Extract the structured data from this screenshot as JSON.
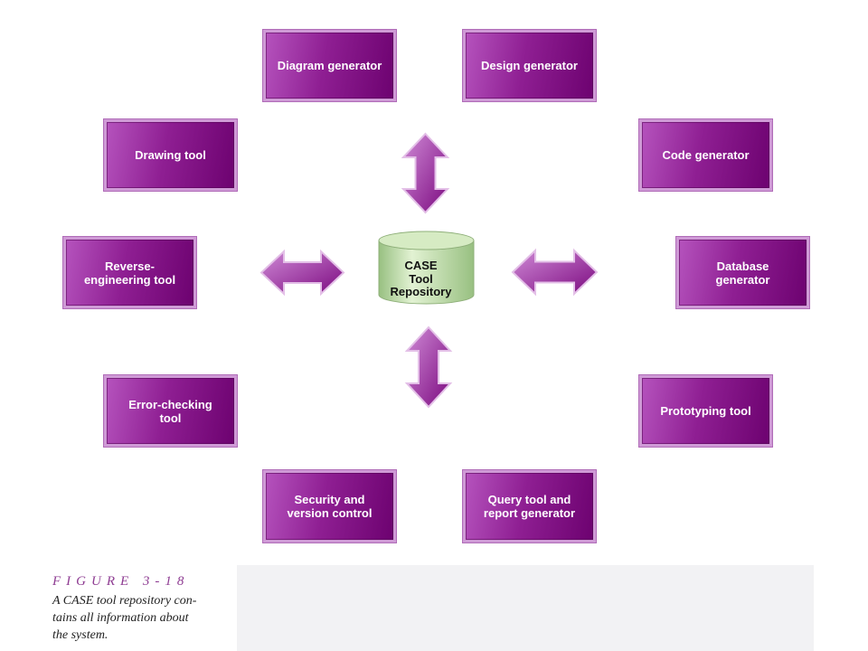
{
  "colors": {
    "tool_box_light": "#b553bd",
    "tool_box_mid": "#8f1f93",
    "tool_box_dark": "#6d0270",
    "tool_box_frame": "#cf9ad6",
    "arrow_light": "#cf8ad6",
    "arrow_dark": "#7c0a80",
    "repository_light": "#e2f2d3",
    "repository_dark": "#98c081",
    "figure_label": "#8e3c92",
    "caption_panel": "#f2f2f4"
  },
  "diagram": {
    "repository": {
      "label": "CASE\nTool\nRepository"
    },
    "tools": [
      {
        "label": "Diagram generator"
      },
      {
        "label": "Design generator"
      },
      {
        "label": "Drawing tool"
      },
      {
        "label": "Code generator"
      },
      {
        "label": "Reverse-\nengineering tool"
      },
      {
        "label": "Database\ngenerator"
      },
      {
        "label": "Error-checking\ntool"
      },
      {
        "label": "Prototyping tool"
      },
      {
        "label": "Security and\nversion control"
      },
      {
        "label": "Query tool and\nreport generator"
      }
    ]
  },
  "caption": {
    "figure_label": "FIGURE 3-18",
    "lines": [
      "A CASE tool repository con-",
      "tains all information about",
      "the system."
    ]
  }
}
